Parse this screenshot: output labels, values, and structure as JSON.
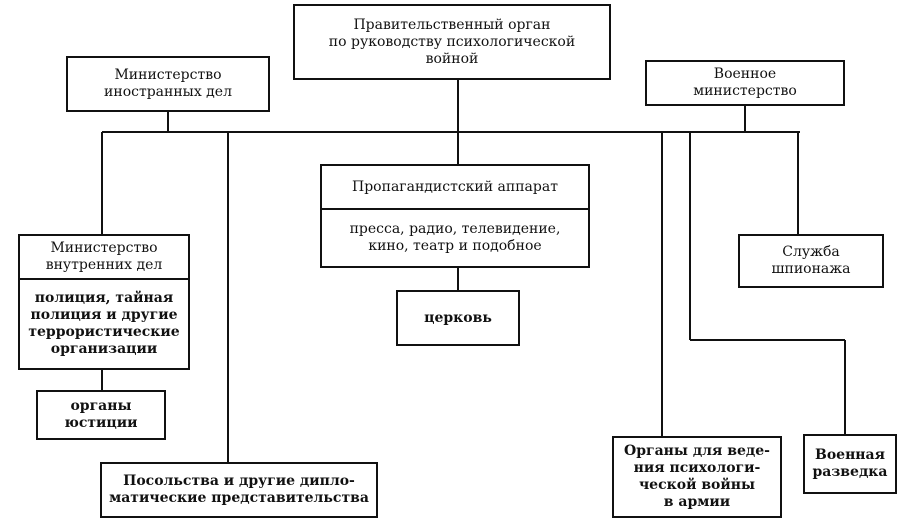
{
  "nodes": {
    "government_body": "Правительственный  орган\nпо руководству психологической\nвойной",
    "foreign_ministry": "Министерство\nиностранных дел",
    "war_ministry": "Военное\nминистерство",
    "propaganda": {
      "title": "Пропагандистский аппарат",
      "content": "пресса, радио, телевидение,\nкино, театр и подобное"
    },
    "church": "церковь",
    "interior": {
      "title": "Министерство\nвнутренних дел",
      "content": "полиция, тайная\nполиция и другие\nтеррористические\nорганизации"
    },
    "justice": "органы\nюстиции",
    "embassies": "Посольства и другие дипло-\nматические представительства",
    "espionage": "Служба\nшпионажа",
    "army_psywar": "Органы для веде-\nния психологи-\nческой войны\nв армии",
    "military_intel": "Военная\nразведка"
  }
}
